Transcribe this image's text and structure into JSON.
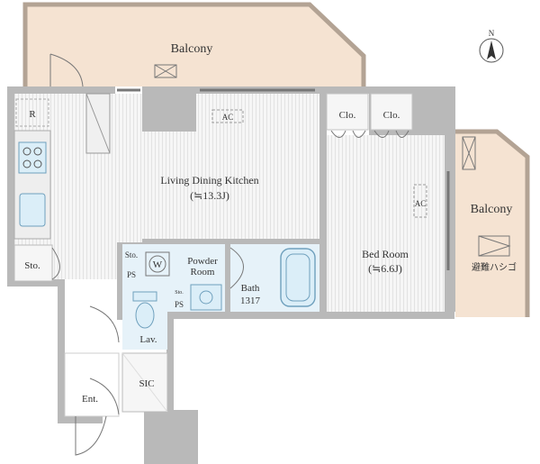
{
  "rooms": {
    "balcony_top": "Balcony",
    "balcony_right": "Balcony",
    "ldk_name": "Living Dining Kitchen",
    "ldk_size": "(≒13.3J)",
    "bedroom_name": "Bed Room",
    "bedroom_size": "(≒6.6J)",
    "powder_room_line1": "Powder",
    "powder_room_line2": "Room",
    "bath_name": "Bath",
    "bath_size": "1317",
    "lavatory": "Lav.",
    "entrance": "Ent.",
    "sic": "SIC",
    "storage_left": "Sto.",
    "storage_small": "Sto.",
    "storage_tiny": "Sto.",
    "closet_1": "Clo.",
    "closet_2": "Clo.",
    "fridge": "R",
    "washer": "W",
    "ps_1": "PS",
    "ps_2": "PS",
    "ac_ldk": "AC",
    "ac_bed": "AC",
    "evacuation_ladder": "避難ハシゴ",
    "north_label": "N"
  },
  "colors": {
    "wall": "#b9b9b9",
    "floor_wood": "#f1f1f1",
    "balcony": "#f5e3d2",
    "wet_area": "#dbeef8",
    "wet_stroke": "#8fb8cf"
  }
}
